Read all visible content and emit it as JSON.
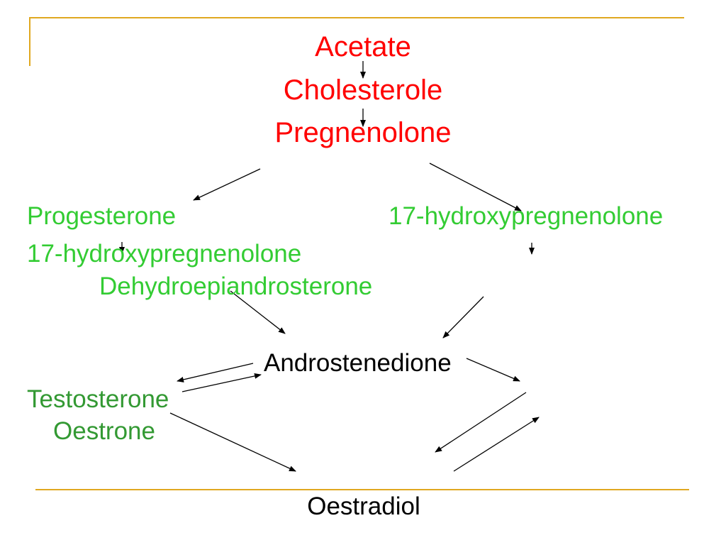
{
  "pathway": {
    "acetate": "Acetate",
    "cholesterole": "Cholesterole",
    "pregnenolone": "Pregnenolone",
    "progesterone": "Progesterone",
    "hydroxypregnenolone_right": "17-hydroxypregnenolone",
    "hydroxypregnenolone_left": "17-hydroxypregnenolone",
    "dehydroepiandrosterone": "Dehydroepiandrosterone",
    "androstenedione": "Androstenedione",
    "testosterone": "Testosterone",
    "oestrone": "Oestrone",
    "oestradiol": "Oestradiol"
  },
  "colors": {
    "precursor": "#ff0000",
    "intermediate": "#33cc33",
    "product": "#339933",
    "hub": "#000000",
    "rule": "#e0a820",
    "arrow": "#000000"
  }
}
